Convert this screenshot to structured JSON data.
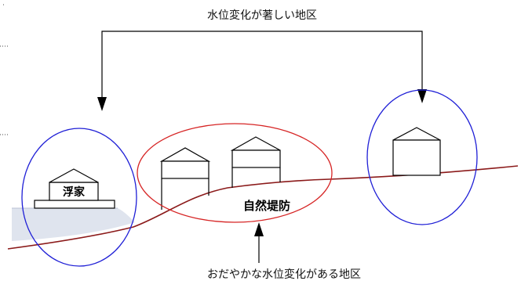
{
  "labels": {
    "top_caption": "水位変化が著しい地区",
    "bottom_caption": "おだやかな水位変化がある地区",
    "levee": "自然堤防",
    "floating_house": "浮家"
  },
  "colors": {
    "blue_ellipse": "#1f1fd6",
    "red_ellipse": "#d62424",
    "ground_line": "#8b1a1a",
    "water": "#dfe4ee",
    "arrow": "#000000",
    "house": "#000000"
  }
}
